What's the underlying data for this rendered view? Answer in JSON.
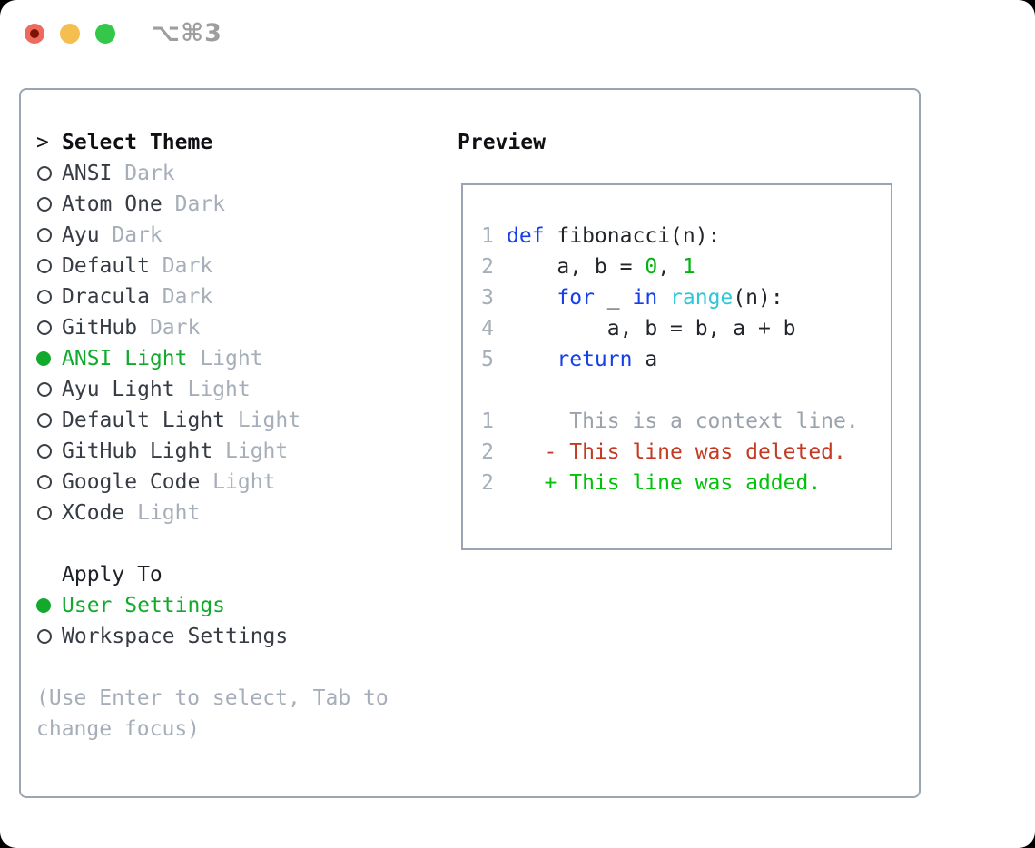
{
  "window": {
    "shortcut_label": "⌥⌘3"
  },
  "colors": {
    "panel_border": "#9aa5b1",
    "selected_green": "#12a92d",
    "added_green": "#00c308",
    "deleted_red": "#c43a23",
    "keyword_blue": "#1540e8",
    "function_cyan": "#2ec6d8",
    "number_green": "#00b30e",
    "muted_gray": "#a6aeb9",
    "traffic_red": "#ee6a5e",
    "traffic_yellow": "#f5bf4f",
    "traffic_green": "#34c84a"
  },
  "theme_picker": {
    "prompt": ">",
    "title": "Select Theme",
    "themes": [
      {
        "name": "ANSI",
        "variant": "Dark",
        "selected": false
      },
      {
        "name": "Atom One",
        "variant": "Dark",
        "selected": false
      },
      {
        "name": "Ayu",
        "variant": "Dark",
        "selected": false
      },
      {
        "name": "Default",
        "variant": "Dark",
        "selected": false
      },
      {
        "name": "Dracula",
        "variant": "Dark",
        "selected": false
      },
      {
        "name": "GitHub",
        "variant": "Dark",
        "selected": false
      },
      {
        "name": "ANSI Light",
        "variant": "Light",
        "selected": true
      },
      {
        "name": "Ayu Light",
        "variant": "Light",
        "selected": false
      },
      {
        "name": "Default Light",
        "variant": "Light",
        "selected": false
      },
      {
        "name": "GitHub Light",
        "variant": "Light",
        "selected": false
      },
      {
        "name": "Google Code",
        "variant": "Light",
        "selected": false
      },
      {
        "name": "XCode",
        "variant": "Light",
        "selected": false
      }
    ],
    "apply_to": {
      "title": "Apply To",
      "options": [
        {
          "label": "User Settings",
          "selected": true
        },
        {
          "label": "Workspace Settings",
          "selected": false
        }
      ]
    },
    "hint_lines": [
      "(Use Enter to select, Tab to",
      "change focus)"
    ]
  },
  "preview": {
    "title": "Preview",
    "lines": [
      {
        "num": "1",
        "tokens": [
          {
            "t": "kw",
            "s": "def"
          },
          {
            "t": "p",
            "s": " fibonacci(n):"
          }
        ]
      },
      {
        "num": "2",
        "tokens": [
          {
            "t": "p",
            "s": "    a, b = "
          },
          {
            "t": "num",
            "s": "0"
          },
          {
            "t": "p",
            "s": ", "
          },
          {
            "t": "num",
            "s": "1"
          }
        ]
      },
      {
        "num": "3",
        "tokens": [
          {
            "t": "p",
            "s": "    "
          },
          {
            "t": "kw",
            "s": "for"
          },
          {
            "t": "p",
            "s": " _ "
          },
          {
            "t": "kw",
            "s": "in"
          },
          {
            "t": "p",
            "s": " "
          },
          {
            "t": "fn",
            "s": "range"
          },
          {
            "t": "p",
            "s": "(n):"
          }
        ]
      },
      {
        "num": "4",
        "tokens": [
          {
            "t": "p",
            "s": "        a, b = b, a + b"
          }
        ]
      },
      {
        "num": "5",
        "tokens": [
          {
            "t": "p",
            "s": "    "
          },
          {
            "t": "kw",
            "s": "return"
          },
          {
            "t": "p",
            "s": " a"
          }
        ]
      },
      {
        "num": "",
        "tokens": []
      },
      {
        "num": "1",
        "tokens": [
          {
            "t": "ctx",
            "s": "     This is a context line."
          }
        ]
      },
      {
        "num": "2",
        "tokens": [
          {
            "t": "del",
            "s": "   - This line was deleted."
          }
        ]
      },
      {
        "num": "2",
        "tokens": [
          {
            "t": "add",
            "s": "   + This line was added."
          }
        ]
      }
    ]
  }
}
